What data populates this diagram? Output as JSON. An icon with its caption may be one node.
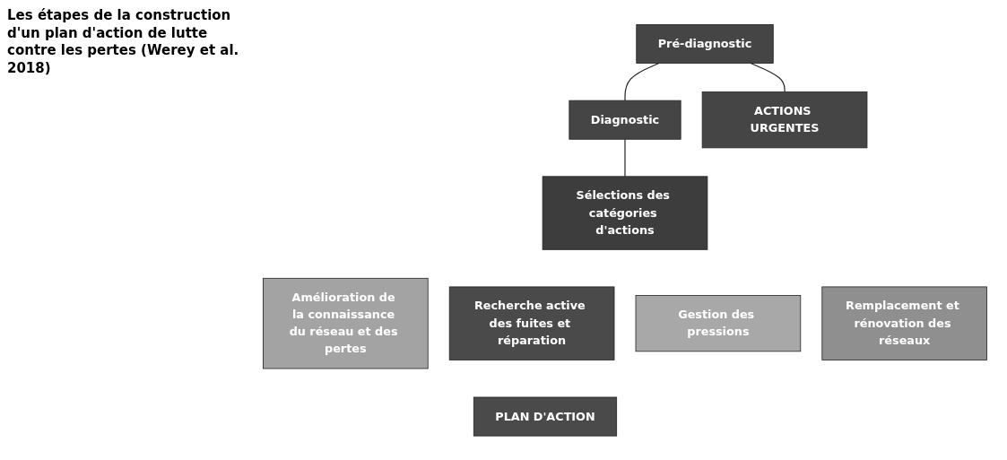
{
  "diagram": {
    "title": "Les étapes de la construction d'un plan d'action de lutte contre les pertes (Werey et al. 2018)",
    "nodes": [
      {
        "text": [
          "Pré-diagnostic"
        ]
      },
      {
        "text": [
          "Diagnostic"
        ]
      },
      {
        "text": [
          "ACTIONS URGENTES"
        ]
      },
      {
        "text": [
          "Sélections des catégories d'actions"
        ]
      },
      {
        "text": [
          "Amélioration de la connaissance du réseau et des pertes"
        ]
      },
      {
        "text": [
          "Recherche active des fuites et réparation"
        ]
      },
      {
        "text": [
          "Gestion des pressions"
        ]
      },
      {
        "text": [
          "Remplacement et rénovation des réseaux"
        ]
      },
      {
        "text": [
          "PLAN D'ACTION"
        ]
      }
    ],
    "edges": [
      {
        "from": 0,
        "to": 1,
        "arrow": "none"
      },
      {
        "from": 0,
        "to": 2,
        "arrow": "none"
      },
      {
        "from": 1,
        "to": 3,
        "arrow": "none"
      }
    ]
  }
}
